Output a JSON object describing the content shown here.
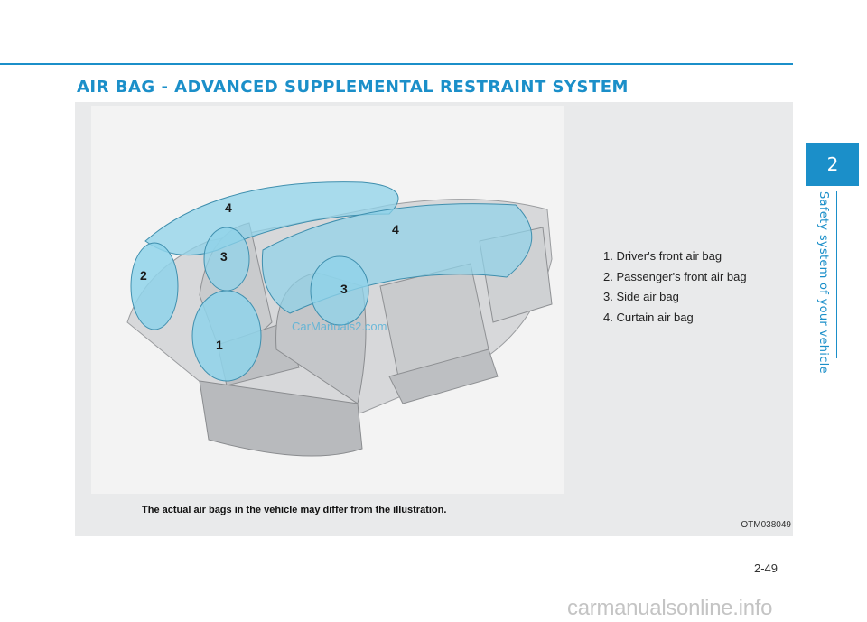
{
  "page": {
    "heading": "AIR BAG - ADVANCED SUPPLEMENTAL RESTRAINT SYSTEM",
    "chapter_number": "2",
    "chapter_title": "Safety system of your vehicle",
    "page_number": "2-49"
  },
  "figure": {
    "callouts": [
      "1",
      "2",
      "3",
      "3",
      "4",
      "4"
    ],
    "image_watermark": "CarManuals2.com",
    "legend": [
      "1. Driver's front air bag",
      "2. Passenger's front air bag",
      "3. Side air bag",
      "4. Curtain air bag"
    ],
    "caption": "The actual air bags in the vehicle may differ from the illustration.",
    "code": "OTM038049"
  },
  "footer": {
    "watermark": "carmanualsonline.info"
  },
  "colors": {
    "accent": "#1b8fc9",
    "airbag": "#8fd3ea",
    "seat": "#c9cbcd"
  }
}
